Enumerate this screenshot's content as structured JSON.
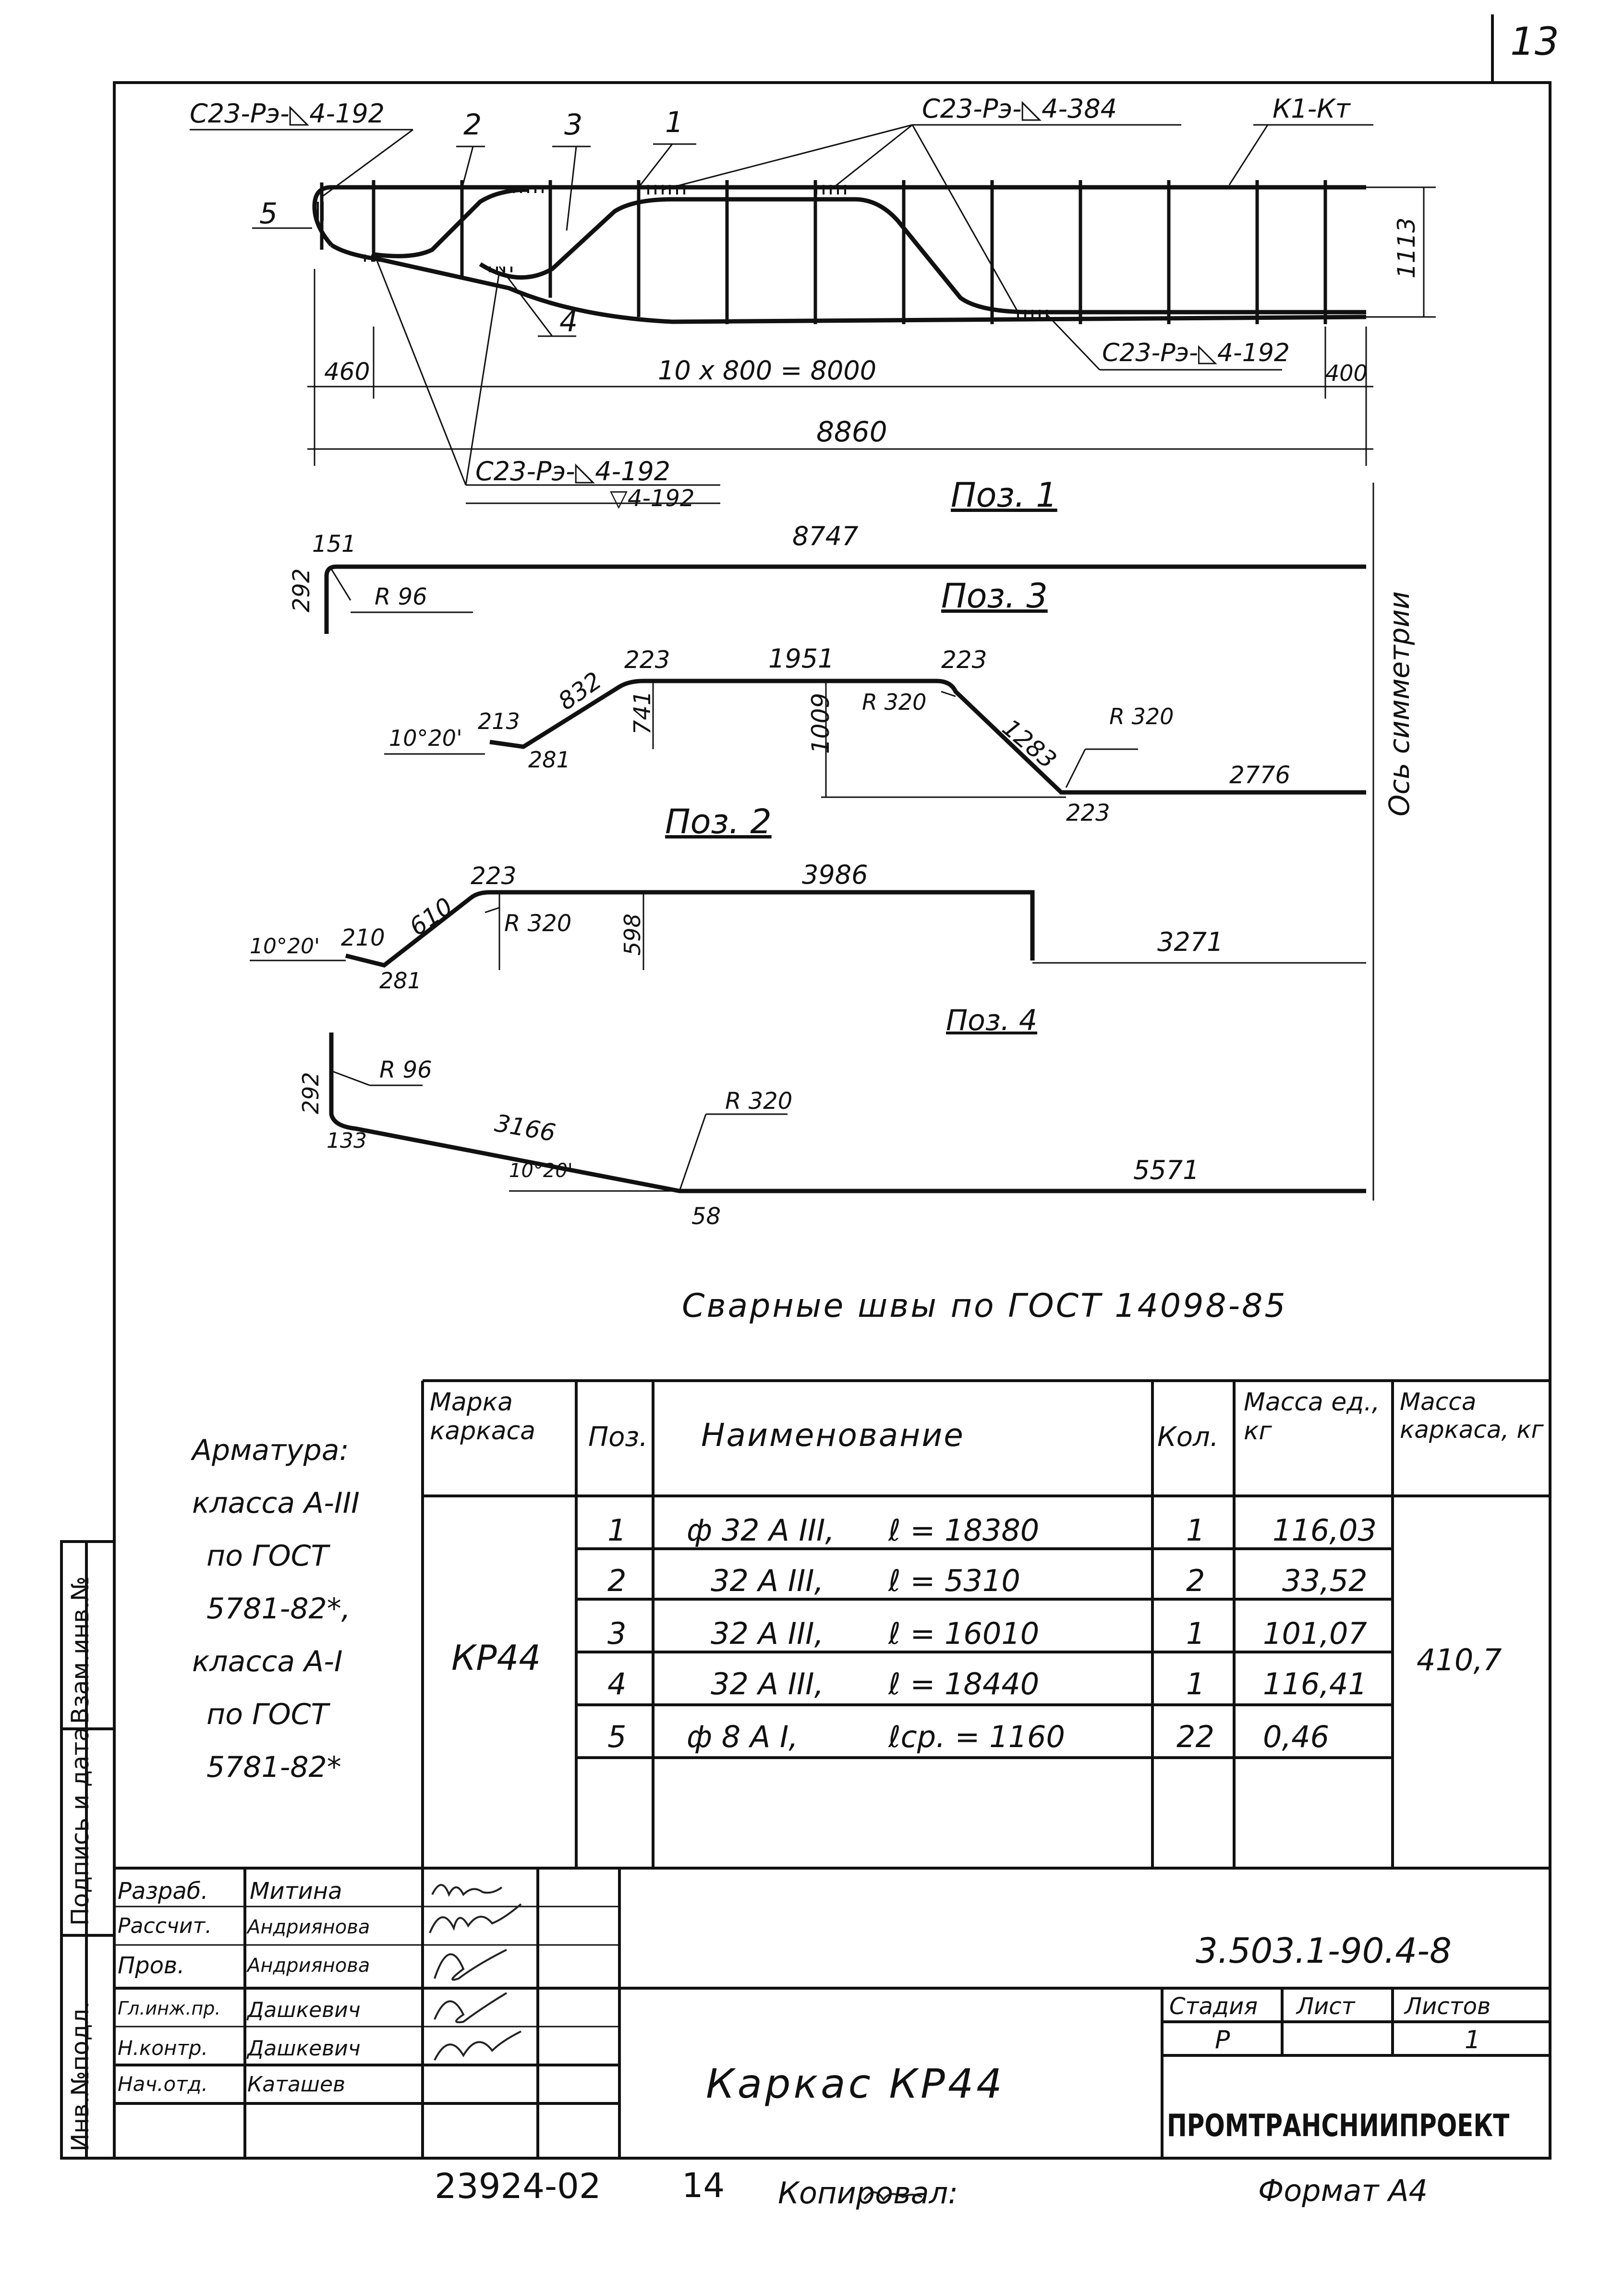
{
  "sheet_number": "13",
  "drawing": {
    "callouts": {
      "top_left_weld": "С23-Рэ-◺4-192",
      "top_right_weld": "С23-Рэ-◺4-384",
      "k1": "К1-Кт",
      "right_lower_weld": "С23-Рэ-◺4-192",
      "bottom_weld_1": "С23-Рэ-◺4-192",
      "bottom_weld_2": "▽4-192",
      "pos_labels": [
        "2",
        "3",
        "1",
        "5",
        "4"
      ]
    },
    "dims": {
      "height": "1113",
      "left": "460",
      "span": "10 х 800 = 8000",
      "right": "400",
      "total": "8860"
    }
  },
  "details": {
    "pos1": {
      "title": "Поз. 1",
      "length": "8747",
      "hook": "151",
      "leg": "292",
      "radius": "R 96"
    },
    "pos3": {
      "title": "Поз. 3",
      "angle": "10°20'",
      "a": "213",
      "b": "281",
      "c": "832",
      "d": "223",
      "e": "741",
      "f": "1951",
      "g": "1009",
      "r1": "R 320",
      "h": "223",
      "i": "1283",
      "r2": "R 320",
      "j": "223",
      "k": "2776"
    },
    "pos2": {
      "title": "Поз. 2",
      "angle": "10°20'",
      "a": "210",
      "b": "281",
      "c": "610",
      "d": "223",
      "r": "R 320",
      "e": "598",
      "f": "3986",
      "g": "3271"
    },
    "pos4": {
      "title": "Поз. 4",
      "leg": "292",
      "r1": "R 96",
      "a": "133",
      "b": "3166",
      "angle": "10°20'",
      "r2": "R 320",
      "c": "58",
      "d": "5571"
    },
    "axis": "Ось симметрии"
  },
  "weld_note": "Сварные швы по ГОСТ 14098-85",
  "material_note": [
    "Арматура:",
    "класса А-III",
    "по ГОСТ",
    "5781-82*,",
    "класса А-I",
    "по ГОСТ",
    "5781-82*"
  ],
  "spec_table": {
    "headers": [
      "Марка каркаса",
      "Поз.",
      "Наименование",
      "Кол.",
      "Масса ед., кг",
      "Масса каркаса, кг"
    ],
    "mark": "КР44",
    "total_mass": "410,7",
    "rows": [
      {
        "pos": "1",
        "name": "ф 32 А III,",
        "len": "ℓ = 18380",
        "qty": "1",
        "mass": "116,03"
      },
      {
        "pos": "2",
        "name": "32 А III,",
        "len": "ℓ = 5310",
        "qty": "2",
        "mass": "33,52"
      },
      {
        "pos": "3",
        "name": "32 А III,",
        "len": "ℓ = 16010",
        "qty": "1",
        "mass": "101,07"
      },
      {
        "pos": "4",
        "name": "32 А III,",
        "len": "ℓ = 18440",
        "qty": "1",
        "mass": "116,41"
      },
      {
        "pos": "5",
        "name": "ф 8 А I,",
        "len": "ℓср. = 1160",
        "qty": "22",
        "mass": "0,46"
      }
    ]
  },
  "title_block": {
    "roles": [
      "Разраб.",
      "Рассчит.",
      "Пров.",
      "Гл.инж.пр.",
      "Н.контр.",
      "Нач.отд."
    ],
    "names": [
      "Митина",
      "Андриянова",
      "Андриянова",
      "Дашкевич",
      "Дашкевич",
      "Каташев"
    ],
    "code": "3.503.1-90.4-8",
    "title": "Каркас КР44",
    "stage_label": "Стадия",
    "sheet_label": "Лист",
    "sheets_label": "Листов",
    "stage": "Р",
    "sheets": "1",
    "org": "ПРОМТРАНСНИИПРОЕКТ"
  },
  "side_stamp": [
    "Инв.№подл.",
    "Подпись и дата",
    "Взам.инв.№"
  ],
  "footer": {
    "inv": "23924-02",
    "page": "14",
    "copied": "Копировал:",
    "format": "Формат А4"
  }
}
